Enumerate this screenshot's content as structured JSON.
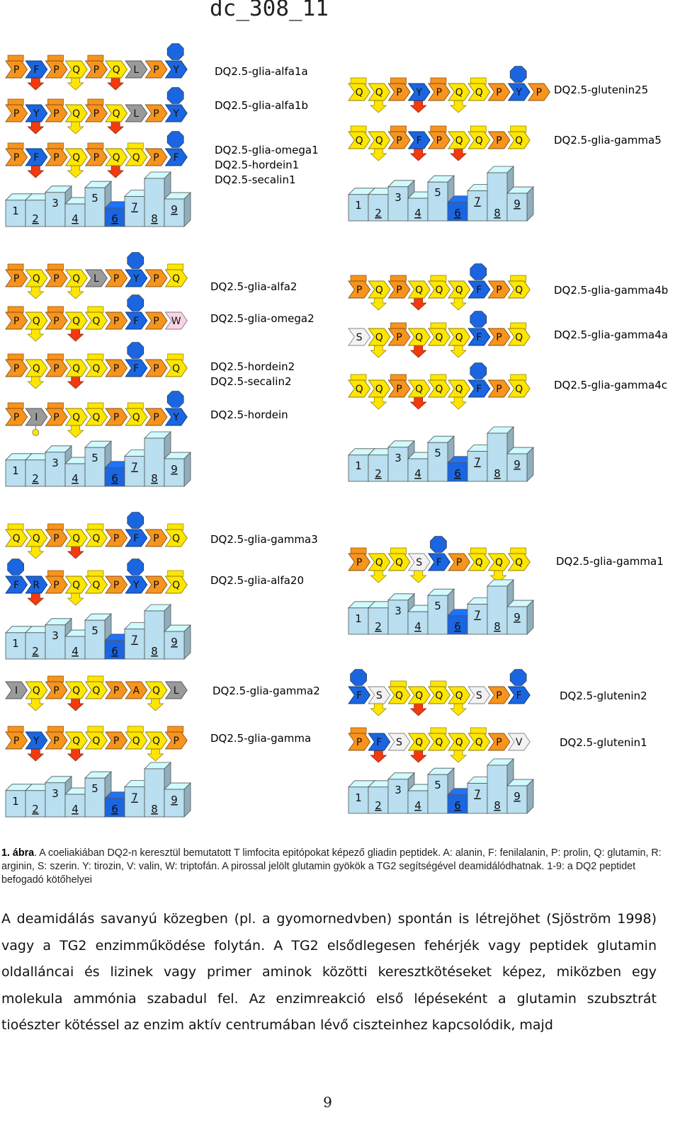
{
  "doc_id": "dc_308_11",
  "colors": {
    "proline": "#f7941d",
    "glutamine": "#ffe600",
    "aromatic": "#1b66e0",
    "deamidated": "#f23a0f",
    "grey": "#9a9a9a",
    "light": "#f2f2f2",
    "pink": "#f9d3e6",
    "pocket": "#b9dff0",
    "pocket_dark": "#1b66e0"
  },
  "groups": [
    {
      "peptides": [
        {
          "residues": [
            "P",
            "F",
            "P",
            "Q",
            "P",
            "Q",
            "L",
            "P",
            "Y"
          ],
          "labels": [
            "DQ2.5-glia-alfa1a"
          ]
        },
        {
          "residues": [
            "P",
            "Y",
            "P",
            "Q",
            "P",
            "Q",
            "L",
            "P",
            "Y"
          ],
          "labels": [
            "DQ2.5-glia-alfa1b"
          ]
        },
        {
          "residues": [
            "P",
            "F",
            "P",
            "Q",
            "P",
            "Q",
            "Q",
            "P",
            "F"
          ],
          "labels": [
            "DQ2.5-glia-omega1",
            "DQ2.5-hordein1",
            "DQ2.5-secalin1"
          ]
        }
      ],
      "pockets": [
        "1",
        "2",
        "3",
        "4",
        "5",
        "6",
        "7",
        "8",
        "9"
      ]
    },
    {
      "peptides": [
        {
          "residues": [
            "Q",
            "Q",
            "P",
            "Y",
            "P",
            "Q",
            "Q",
            "P",
            "Y",
            "P"
          ],
          "labels": [
            "DQ2.5-glutenin25"
          ]
        },
        {
          "residues": [
            "Q",
            "Q",
            "P",
            "F",
            "P",
            "Q",
            "Q",
            "P",
            "Q"
          ],
          "labels": [
            "DQ2.5-glia-gamma5"
          ]
        }
      ],
      "pockets": [
        "1",
        "2",
        "3",
        "4",
        "5",
        "6",
        "7",
        "8",
        "9"
      ]
    },
    {
      "peptides": [
        {
          "residues": [
            "P",
            "Q",
            "P",
            "Q",
            "L",
            "P",
            "Y",
            "P",
            "Q"
          ],
          "labels": [
            "DQ2.5-glia-alfa2"
          ]
        },
        {
          "residues": [
            "P",
            "Q",
            "P",
            "Q",
            "Q",
            "P",
            "F",
            "P",
            "W"
          ],
          "labels": [
            "DQ2.5-glia-omega2"
          ]
        },
        {
          "residues": [
            "P",
            "Q",
            "P",
            "Q",
            "Q",
            "P",
            "F",
            "P",
            "Q"
          ],
          "labels": [
            "DQ2.5-hordein2",
            "DQ2.5-secalin2"
          ]
        },
        {
          "residues": [
            "P",
            "I",
            "P",
            "Q",
            "Q",
            "P",
            "Q",
            "P",
            "Y"
          ],
          "labels": [
            "DQ2.5-hordein"
          ]
        }
      ],
      "pockets": [
        "1",
        "2",
        "3",
        "4",
        "5",
        "6",
        "7",
        "8",
        "9"
      ]
    },
    {
      "peptides": [
        {
          "residues": [
            "P",
            "Q",
            "P",
            "Q",
            "Q",
            "Q",
            "F",
            "P",
            "Q"
          ],
          "labels": [
            "DQ2.5-glia-gamma4b"
          ]
        },
        {
          "residues": [
            "S",
            "Q",
            "P",
            "Q",
            "Q",
            "Q",
            "F",
            "P",
            "Q"
          ],
          "labels": [
            "DQ2.5-glia-gamma4a"
          ]
        },
        {
          "residues": [
            "Q",
            "Q",
            "P",
            "Q",
            "Q",
            "Q",
            "F",
            "P",
            "Q"
          ],
          "labels": [
            "DQ2.5-glia-gamma4c"
          ]
        }
      ],
      "pockets": [
        "1",
        "2",
        "3",
        "4",
        "5",
        "6",
        "7",
        "8",
        "9"
      ]
    },
    {
      "peptides": [
        {
          "residues": [
            "Q",
            "Q",
            "P",
            "Q",
            "Q",
            "P",
            "F",
            "P",
            "Q"
          ],
          "labels": [
            "DQ2.5-glia-gamma3"
          ]
        },
        {
          "residues": [
            "F",
            "R",
            "P",
            "Q",
            "Q",
            "P",
            "Y",
            "P",
            "Q"
          ],
          "labels": [
            "DQ2.5-glia-alfa20"
          ]
        }
      ],
      "pockets": [
        "1",
        "2",
        "3",
        "4",
        "5",
        "6",
        "7",
        "8",
        "9"
      ]
    },
    {
      "peptides": [
        {
          "residues": [
            "P",
            "Q",
            "Q",
            "S",
            "F",
            "P",
            "Q",
            "Q",
            "Q"
          ],
          "labels": [
            "DQ2.5-glia-gamma1"
          ]
        }
      ],
      "pockets": [
        "1",
        "2",
        "3",
        "4",
        "5",
        "6",
        "7",
        "8",
        "9"
      ]
    },
    {
      "peptides": [
        {
          "residues": [
            "I",
            "Q",
            "P",
            "Q",
            "Q",
            "P",
            "A",
            "Q",
            "L"
          ],
          "labels": [
            "DQ2.5-glia-gamma2"
          ]
        },
        {
          "residues": [
            "P",
            "Y",
            "P",
            "Q",
            "Q",
            "P",
            "Q",
            "Q",
            "P"
          ],
          "labels": [
            "DQ2.5-glia-gamma"
          ]
        }
      ],
      "pockets": [
        "1",
        "2",
        "3",
        "4",
        "5",
        "6",
        "7",
        "8",
        "9"
      ]
    },
    {
      "peptides": [
        {
          "residues": [
            "F",
            "S",
            "Q",
            "Q",
            "Q",
            "Q",
            "S",
            "P",
            "F"
          ],
          "labels": [
            "DQ2.5-glutenin2"
          ]
        },
        {
          "residues": [
            "P",
            "F",
            "S",
            "Q",
            "Q",
            "Q",
            "Q",
            "P",
            "V"
          ],
          "labels": [
            "DQ2.5-glutenin1"
          ]
        }
      ],
      "pockets": [
        "1",
        "2",
        "3",
        "4",
        "5",
        "6",
        "7",
        "8",
        "9"
      ]
    }
  ],
  "caption": {
    "label": "1. ábra",
    "text": ". A coeliakiában DQ2-n keresztül bemutatott T limfocita epitópokat képező gliadin peptidek. A: alanin, F: fenilalanin, P: prolin, Q: glutamin, R: arginin, S: szerin. Y: tirozin, V: valin, W: triptofán.  A pirossal jelölt glutamin gyökök a TG2 segítségével deamidálódhatnak. 1-9: a DQ2 peptidet befogadó kötőhelyei"
  },
  "body_text": "A deamidálás savanyú közegben (pl. a gyomornedvben) spontán is létrejöhet (Sjöström 1998) vagy a TG2 enzimműködése folytán. A TG2 elsődlegesen fehérjék vagy peptidek glutamin oldalláncai és lizinek vagy primer aminok közötti keresztkötéseket képez, miközben egy molekula ammónia szabadul fel. Az enzimreakció első lépéseként a glutamin szubsztrát tioészter kötéssel az enzim aktív centrumában lévő ciszteinhez kapcsolódik, majd",
  "page_number": "9"
}
